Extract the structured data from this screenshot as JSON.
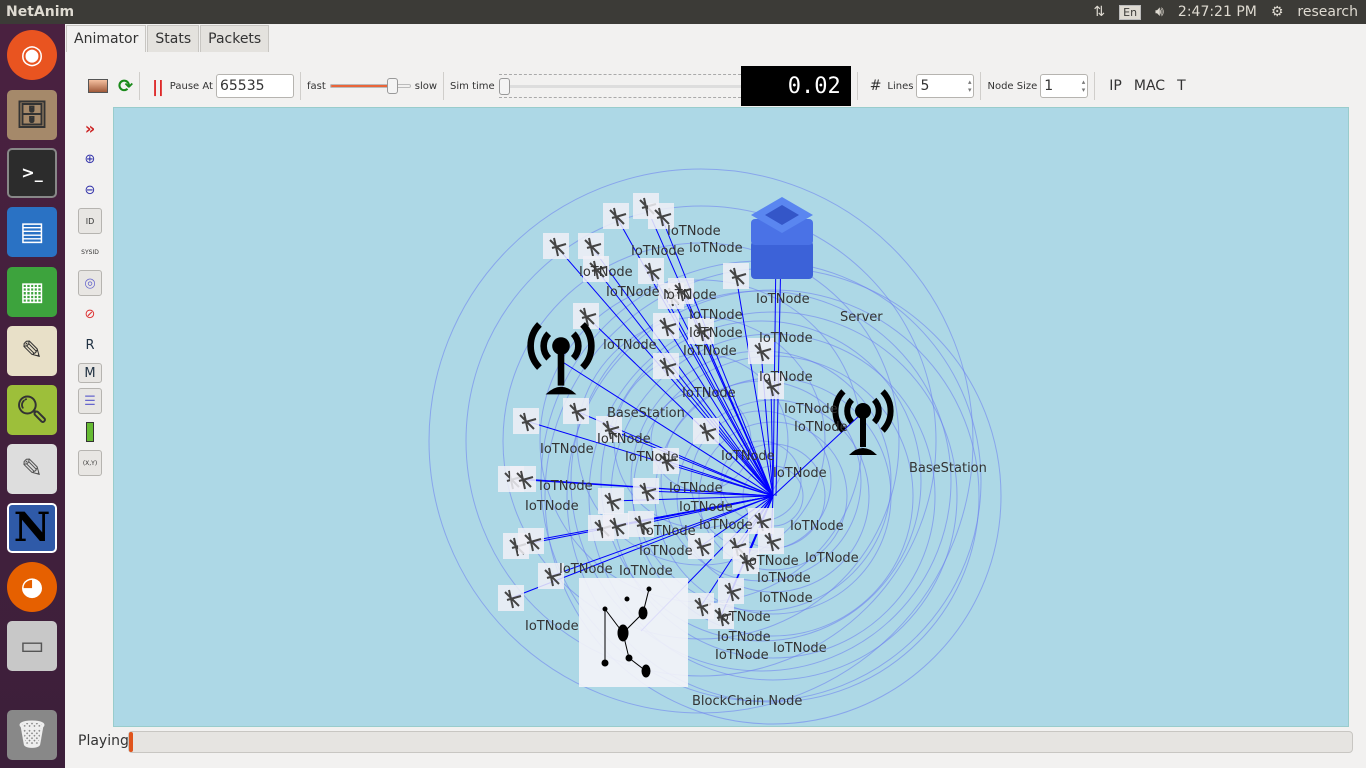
{
  "topbar": {
    "app_title": "NetAnim",
    "lang": "En",
    "time": "2:47:21 PM",
    "user": "research"
  },
  "launcher": {
    "icons": [
      "ubuntu-icon",
      "files-icon",
      "terminal-icon",
      "writer-icon",
      "calc-icon",
      "text-editor-icon",
      "image-viewer-icon",
      "document-viewer-icon",
      "netanim-icon",
      "firefox-icon",
      "disk-icon",
      "trash-icon"
    ]
  },
  "tabs": [
    "Animator",
    "Stats",
    "Packets"
  ],
  "toolbar": {
    "pause_at_label": "Pause At",
    "pause_at_value": "65535",
    "fast_label": "fast",
    "slow_label": "slow",
    "speed_fraction": 0.8,
    "sim_time_label": "Sim time",
    "sim_time_fraction": 0.0,
    "sim_time_display": "0.02",
    "lines_label": "Lines",
    "lines_value": "5",
    "node_size_label": "Node Size",
    "node_size_value": "1",
    "ip_label": "IP",
    "mac_label": "MAC",
    "t_label": "T",
    "grid_glyph": "#"
  },
  "lefttools": {
    "r_label": "R",
    "m_label": "M",
    "id_label": "ID",
    "sysid_label": "SYSID",
    "xy_label": "(X,Y)"
  },
  "canvas": {
    "server_label": "Server",
    "basestation_label": "BaseStation",
    "blockchain_label": "BlockChain Node",
    "iot_label": "IoTNode",
    "link_color": "#0000ff",
    "ring_color": "#6a7cf0"
  },
  "status": {
    "text": "Playing",
    "progress": 0.003
  }
}
